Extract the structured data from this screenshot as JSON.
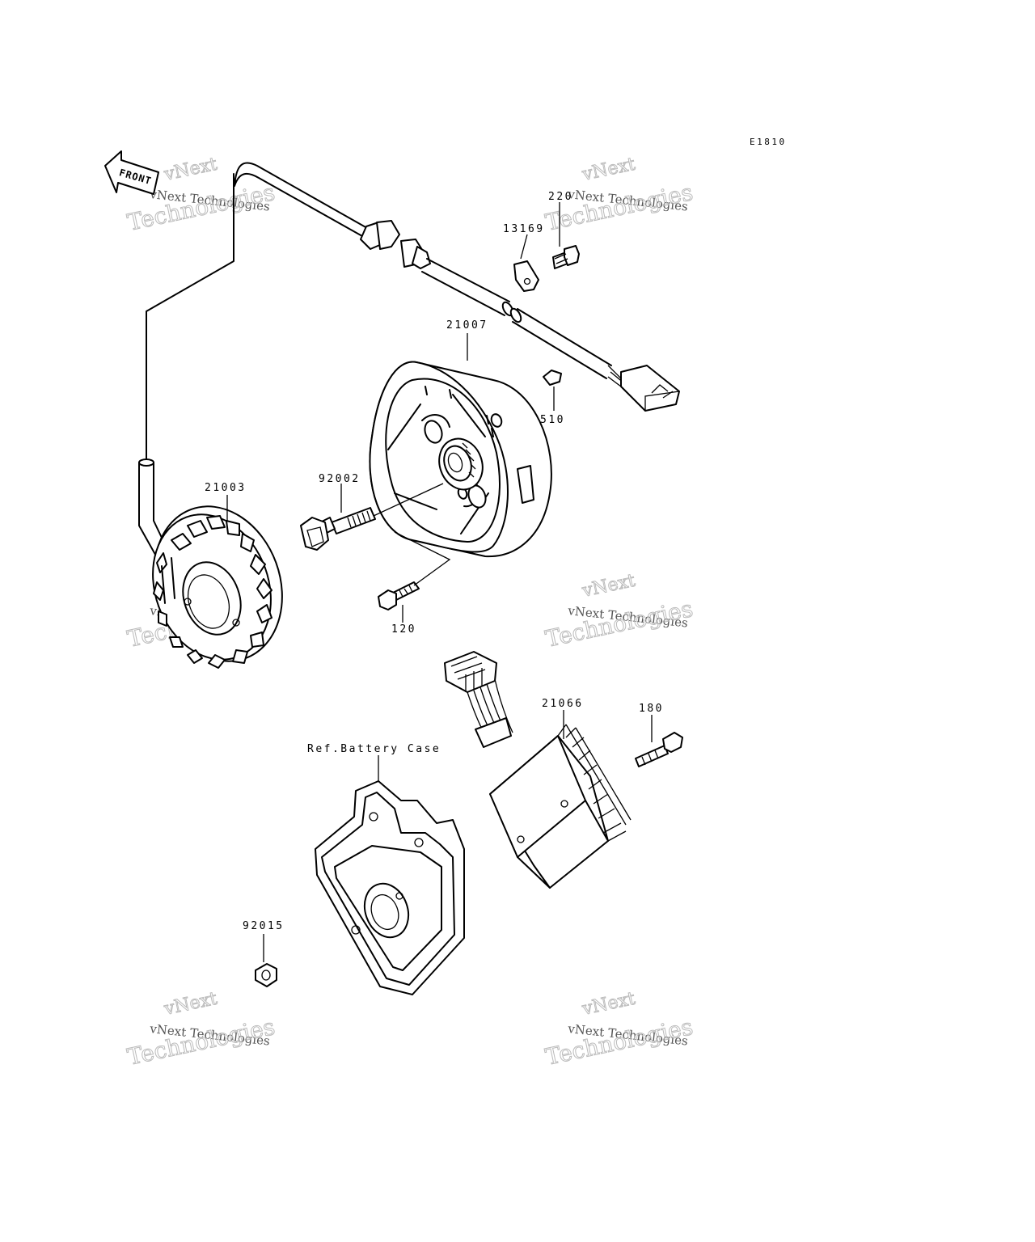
{
  "diagram": {
    "code": "E1810",
    "front_label": "FRONT",
    "reference_label": "Ref.Battery Case",
    "watermark": {
      "line1": "vNext",
      "line2": "vNext Technologies",
      "line3": "Technologies"
    },
    "parts": [
      {
        "number": "13169"
      },
      {
        "number": "220"
      },
      {
        "number": "21007"
      },
      {
        "number": "510"
      },
      {
        "number": "92002"
      },
      {
        "number": "21003"
      },
      {
        "number": "120"
      },
      {
        "number": "21066"
      },
      {
        "number": "180"
      },
      {
        "number": "92015"
      }
    ]
  }
}
